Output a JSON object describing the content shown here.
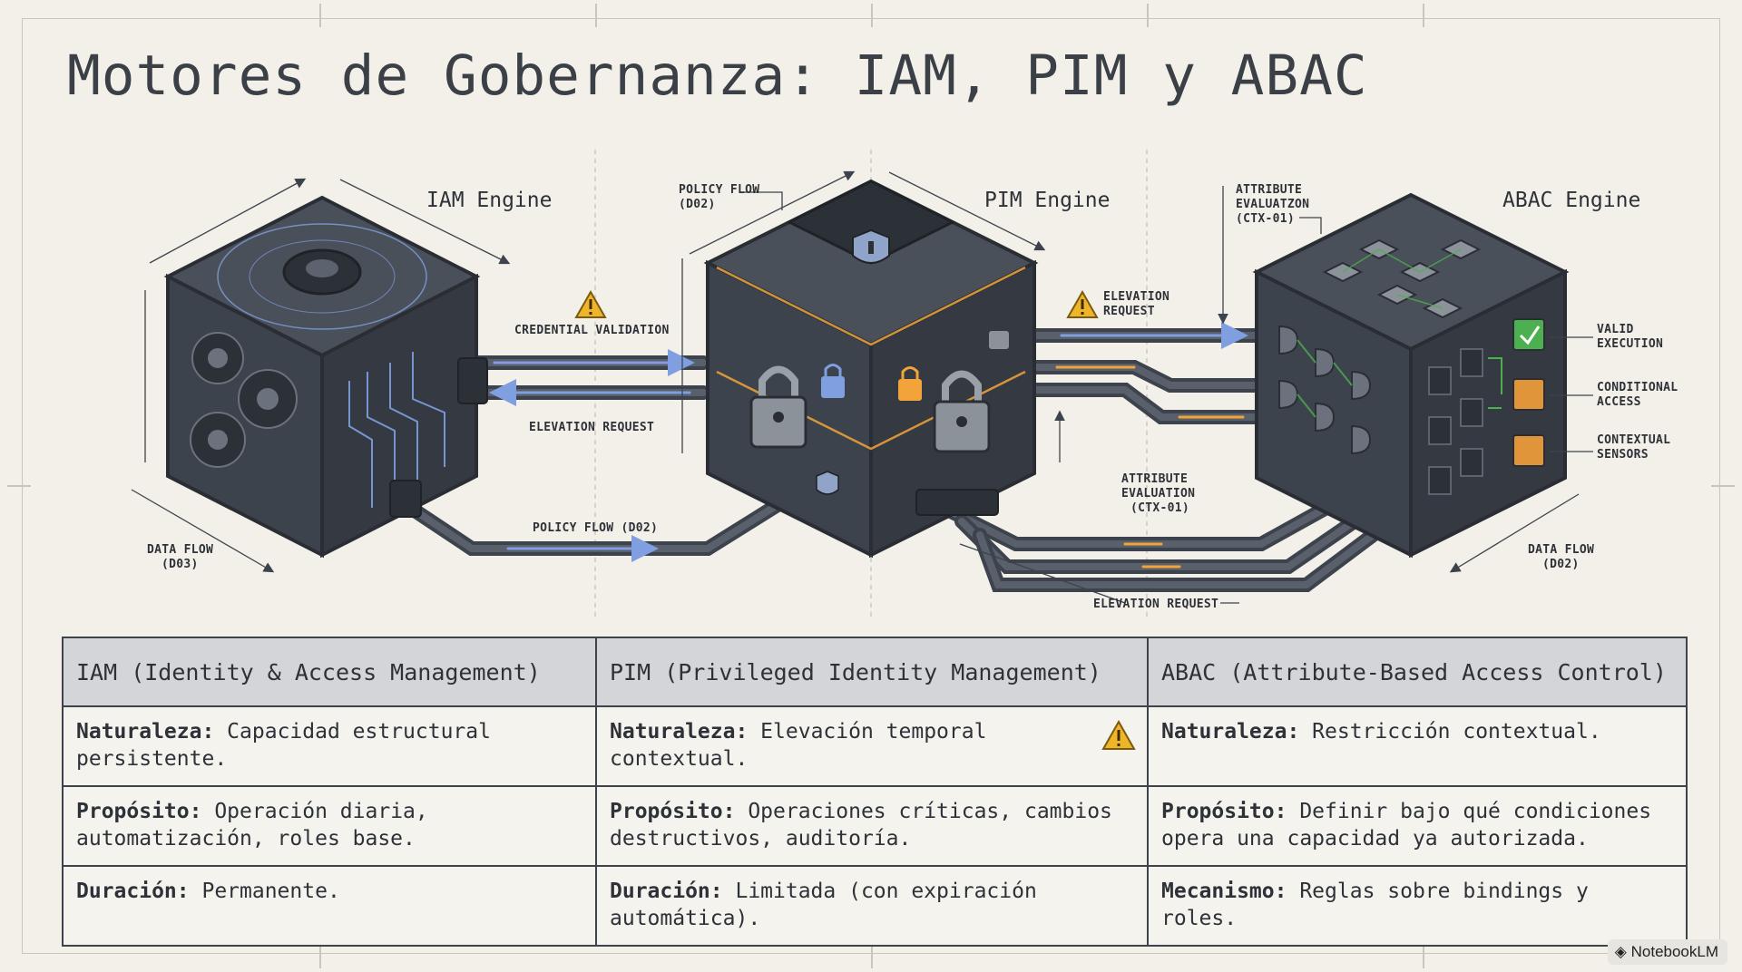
{
  "title": "Motores de Gobernanza: IAM, PIM y ABAC",
  "diagram": {
    "engines": {
      "iam": "IAM Engine",
      "pim": "PIM Engine",
      "abac": "ABAC Engine"
    },
    "labels": {
      "credential_validation": "CREDENTIAL VALIDATION",
      "elevation_request_left": "ELEVATION REQUEST",
      "policy_flow_bottom": "POLICY FLOW (D02)",
      "policy_flow_top": [
        "POLICY FLOW",
        "(D02)"
      ],
      "data_flow_left": [
        "DATA FLOW",
        "(D03)"
      ],
      "elevation_request_right": [
        "ELEVATION",
        "REQUEST"
      ],
      "attribute_eval_top": [
        "ATTRIBUTE",
        "EVALUATZON",
        "(CTX-01)"
      ],
      "attribute_eval_bottom": [
        "ATTRIBUTE",
        "EVALUATION",
        "(CTX-01)"
      ],
      "elevation_request_bottom": "ELEVATION REQUEST",
      "data_flow_right": [
        "DATA FLOW",
        "(D02)"
      ],
      "valid_execution": [
        "VALID",
        "EXECUTION"
      ],
      "conditional_access": [
        "CONDITIONAL",
        "ACCESS"
      ],
      "contextual_sensors": [
        "CONTEXTUAL",
        "SENSORS"
      ]
    },
    "icons": [
      "gear-icon",
      "shield-icon",
      "padlock-icon",
      "warning-icon",
      "check-icon",
      "logic-gate-icon"
    ],
    "colors": {
      "steel": "#3d434c",
      "accent_orange": "#f2a33a",
      "accent_blue": "#7f9fe0",
      "accent_green": "#4caf50",
      "warning": "#f0b429"
    }
  },
  "table": {
    "headers": [
      "IAM (Identity & Access Management)",
      "PIM (Privileged Identity Management)",
      "ABAC (Attribute-Based Access Control)"
    ],
    "rows": [
      [
        {
          "key": "Naturaleza:",
          "line1": " Capacidad estructural",
          "line2": "persistente."
        },
        {
          "key": "Naturaleza:",
          "line1": " Elevación temporal",
          "line2": "contextual."
        },
        {
          "key": "Naturaleza:",
          "line1": " Restricción contextual.",
          "line2": ""
        }
      ],
      [
        {
          "key": "Propósito:",
          "line1": " Operación diaria,",
          "line2": "automatización, roles base."
        },
        {
          "key": "Propósito:",
          "line1": " Operaciones críticas, cambios",
          "line2": "destructivos, auditoría."
        },
        {
          "key": "Propósito:",
          "line1": " Definir bajo qué condiciones",
          "line2": "opera una capacidad ya autorizada."
        }
      ],
      [
        {
          "key": "Duración:",
          "line1": " Permanente.",
          "line2": ""
        },
        {
          "key": "Duración:",
          "line1": " Limitada (con expiración",
          "line2": "automática)."
        },
        {
          "key": "Mecanismo:",
          "line1": " Reglas sobre bindings y",
          "line2": "roles."
        }
      ]
    ]
  },
  "badge": "NotebookLM"
}
